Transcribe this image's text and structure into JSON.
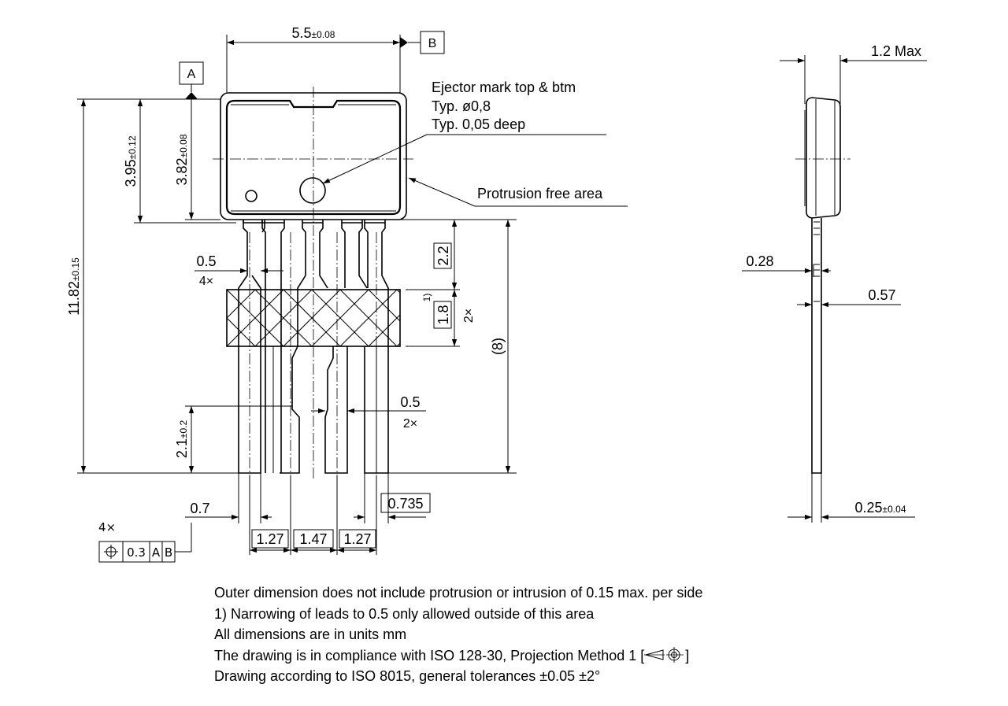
{
  "datums": {
    "a": "A",
    "b": "B"
  },
  "dimensions": {
    "width_main": "5.5",
    "width_tol": "±0.08",
    "height_total": "11.82",
    "height_total_tol": "±0.15",
    "body_h1": "3.95",
    "body_h1_tol": "±0.12",
    "body_h2": "3.82",
    "body_h2_tol": "±0.08",
    "lead_width": "0.5",
    "lead_width_count": "4×",
    "lead_box_1": "2.2",
    "lead_box_2": "1.8",
    "lead_box_2_count": "2×",
    "footnote_mark": "1)",
    "paren_8": "(8)",
    "lead_end_width": "0.5",
    "lead_end_count": "2×",
    "lead_tip": "2.1",
    "lead_tip_tol": "±0.2",
    "offset_left": "0.7",
    "offset_right": "0.735",
    "pitch_1": "1.27",
    "pitch_2": "1.47",
    "pitch_3": "1.27",
    "side_max": "1.2 Max",
    "side_028": "0.28",
    "side_057": "0.57",
    "side_thk": "0.25",
    "side_thk_tol": "±0.04"
  },
  "callouts": {
    "ejector_line1": "Ejector mark top & btm",
    "ejector_line2": "Typ. ø0,8",
    "ejector_line3": "Typ. 0,05 deep",
    "protrusion": "Protrusion free area"
  },
  "feature_control": {
    "count": "4×",
    "tolerance": "0.3",
    "datum_1": "A",
    "datum_2": "B"
  },
  "notes": {
    "line1": "Outer dimension does not include protrusion or intrusion of 0.15 max. per side",
    "line2": "1) Narrowing of leads to 0.5 only allowed outside of this area",
    "line3": "All dimensions are in units mm",
    "line4_a": "The drawing is in compliance with ISO 128-30, Projection Method 1 [",
    "line4_b": "]",
    "line5": "Drawing according to ISO 8015, general tolerances ±0.05 ±2°"
  }
}
